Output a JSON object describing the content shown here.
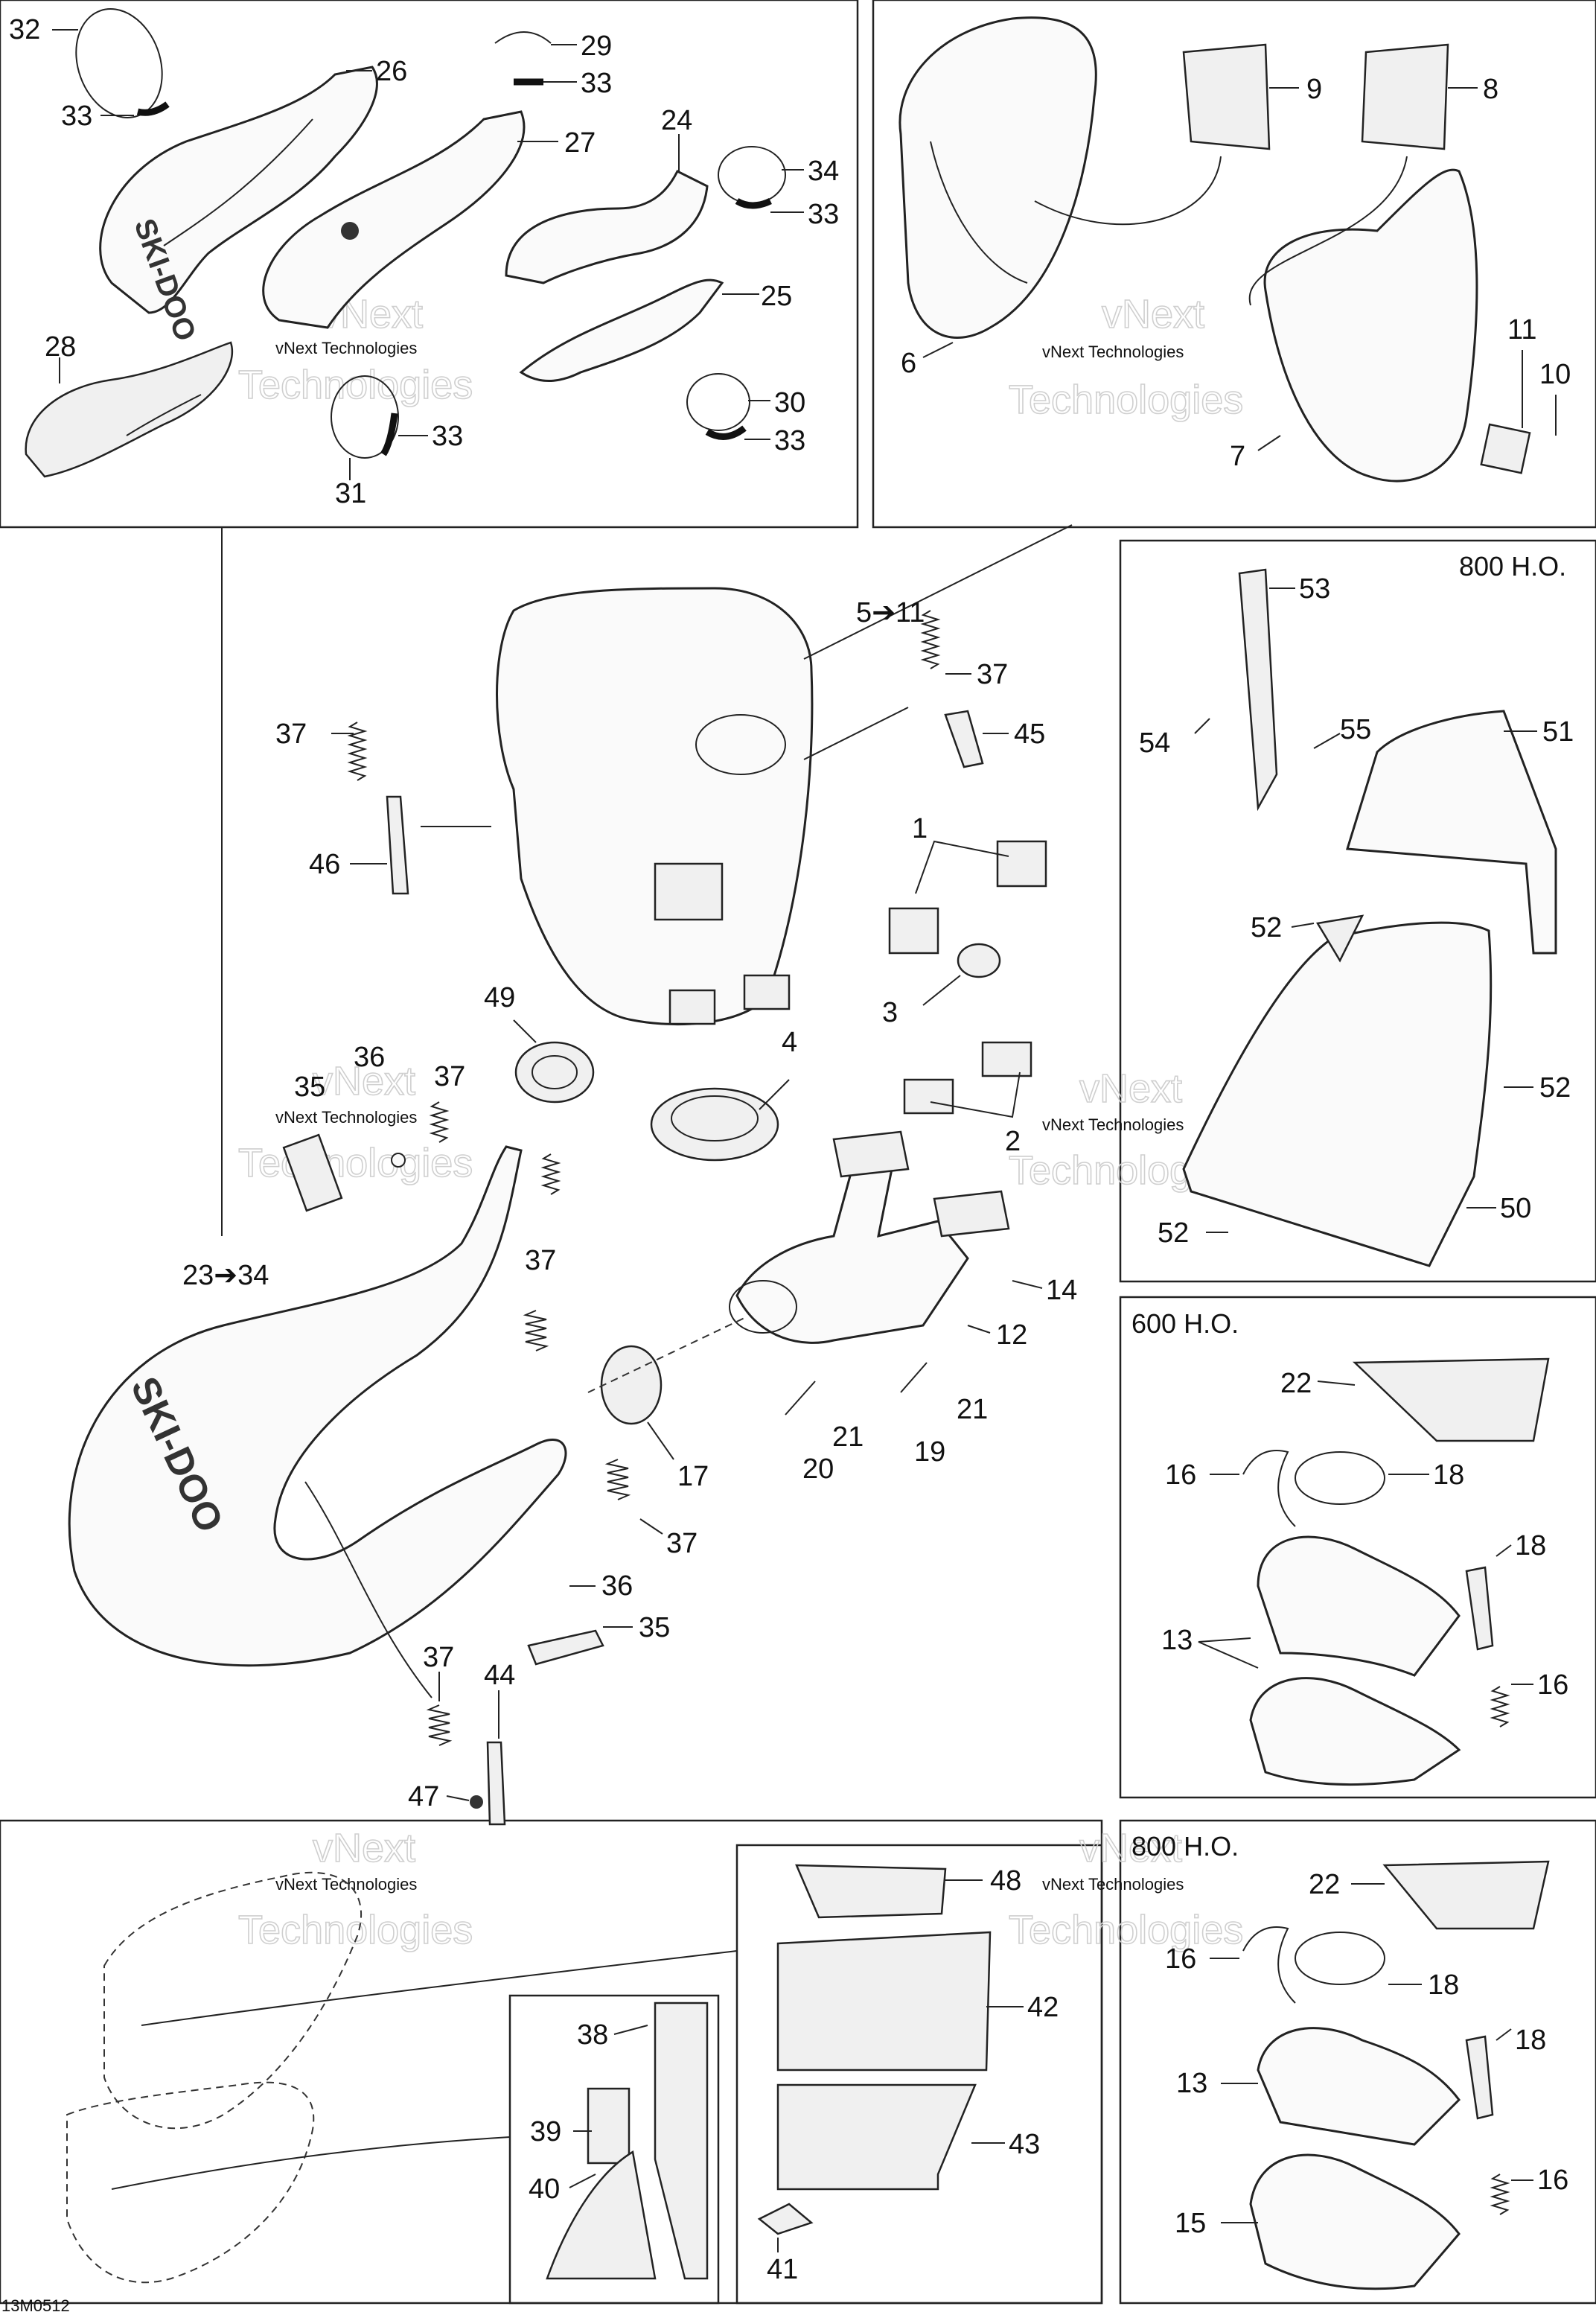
{
  "diagram": {
    "reference_code": "13M0512",
    "watermark_line1": "vNext Technologies",
    "watermark_big_1": "vNext",
    "watermark_big_2": "Technologies",
    "brand_mark": "SKI-DOO",
    "panels": {
      "p800_top": "800 H.O.",
      "p600": "600 H.O.",
      "p800_bottom": "800 H.O."
    },
    "callouts": {
      "c32": "32",
      "c33a": "33",
      "c26": "26",
      "c29": "29",
      "c33b": "33",
      "c27": "27",
      "c24": "24",
      "c34": "34",
      "c33c": "33",
      "c25": "25",
      "c28": "28",
      "c30": "30",
      "c33d": "33",
      "c31": "31",
      "c33e": "33",
      "c9": "9",
      "c8": "8",
      "c6": "6",
      "c11": "11",
      "c10": "10",
      "c7": "7",
      "c5to11": "5➔11",
      "c37a": "37",
      "c37b": "37",
      "c45": "45",
      "c46": "46",
      "c1": "1",
      "c3": "3",
      "c49": "49",
      "c4": "4",
      "c2": "2",
      "c35a": "35",
      "c36a": "36",
      "c37c": "37",
      "c23to34": "23➔34",
      "c37d": "37",
      "c14": "14",
      "c12": "12",
      "c21a": "21",
      "c21b": "21",
      "c20": "20",
      "c19": "19",
      "c17": "17",
      "c37e": "37",
      "c36b": "36",
      "c35b": "35",
      "c37f": "37",
      "c44": "44",
      "c47": "47",
      "c53": "53",
      "c54": "54",
      "c55": "55",
      "c51": "51",
      "c52a": "52",
      "c52b": "52",
      "c50": "50",
      "c52c": "52",
      "c22a": "22",
      "c16a": "16",
      "c18a": "18",
      "c18b": "18",
      "c13a": "13",
      "c16b": "16",
      "c48": "48",
      "c42": "42",
      "c43": "43",
      "c41": "41",
      "c38": "38",
      "c39": "39",
      "c40": "40",
      "c22b": "22",
      "c16c": "16",
      "c18c": "18",
      "c18d": "18",
      "c13b": "13",
      "c15": "15",
      "c16d": "16"
    }
  }
}
